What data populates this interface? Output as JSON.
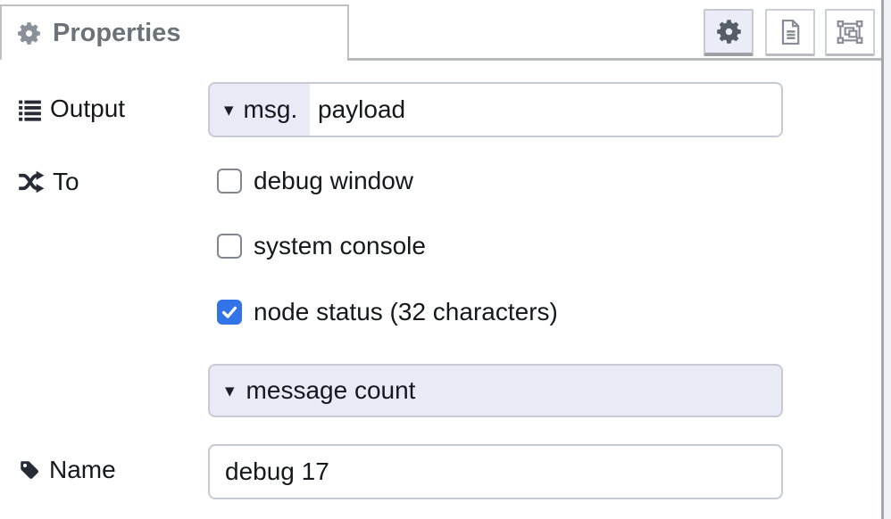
{
  "tab": {
    "title": "Properties"
  },
  "toolbar": {
    "buttons": [
      {
        "id": "properties",
        "icon": "gear-icon",
        "active": true
      },
      {
        "id": "description",
        "icon": "document-icon",
        "active": false
      },
      {
        "id": "appearance",
        "icon": "appearance-icon",
        "active": false
      }
    ]
  },
  "icons": {
    "caret_down": "▾"
  },
  "form": {
    "output": {
      "label": "Output",
      "prefix": "msg.",
      "value": "payload"
    },
    "to": {
      "label": "To",
      "options": [
        {
          "label": "debug window",
          "checked": false
        },
        {
          "label": "system console",
          "checked": false
        },
        {
          "label": "node status (32 characters)",
          "checked": true
        }
      ]
    },
    "status": {
      "value": "message count"
    },
    "name": {
      "label": "Name",
      "value": "debug 17"
    }
  },
  "colors": {
    "checkbox_accent": "#3273e8",
    "typed_input_bg": "#e8eaf6",
    "tab_title": "#6b7378",
    "border": "#c7cad5"
  }
}
